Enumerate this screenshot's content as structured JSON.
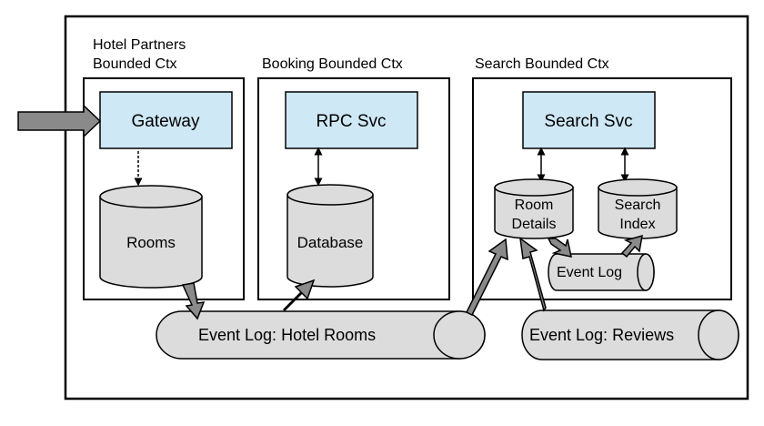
{
  "contexts": {
    "hotel_partners": {
      "title_line1": "Hotel Partners",
      "title_line2": "Bounded Ctx"
    },
    "booking": {
      "title": "Booking Bounded Ctx"
    },
    "search": {
      "title": "Search Bounded Ctx"
    }
  },
  "services": {
    "gateway": "Gateway",
    "rpc": "RPC Svc",
    "search": "Search Svc"
  },
  "stores": {
    "rooms": "Rooms",
    "database": "Database",
    "room_details_line1": "Room",
    "room_details_line2": "Details",
    "search_index_line1": "Search",
    "search_index_line2": "Index"
  },
  "logs": {
    "hotel_rooms": "Event Log: Hotel Rooms",
    "reviews": "Event Log: Reviews",
    "internal": "Event Log"
  },
  "colors": {
    "service_fill": "#cfe8f6",
    "cylinder_fill": "#dcdcdc",
    "arrow_fill": "#8a8a8a",
    "stroke": "#000000"
  }
}
